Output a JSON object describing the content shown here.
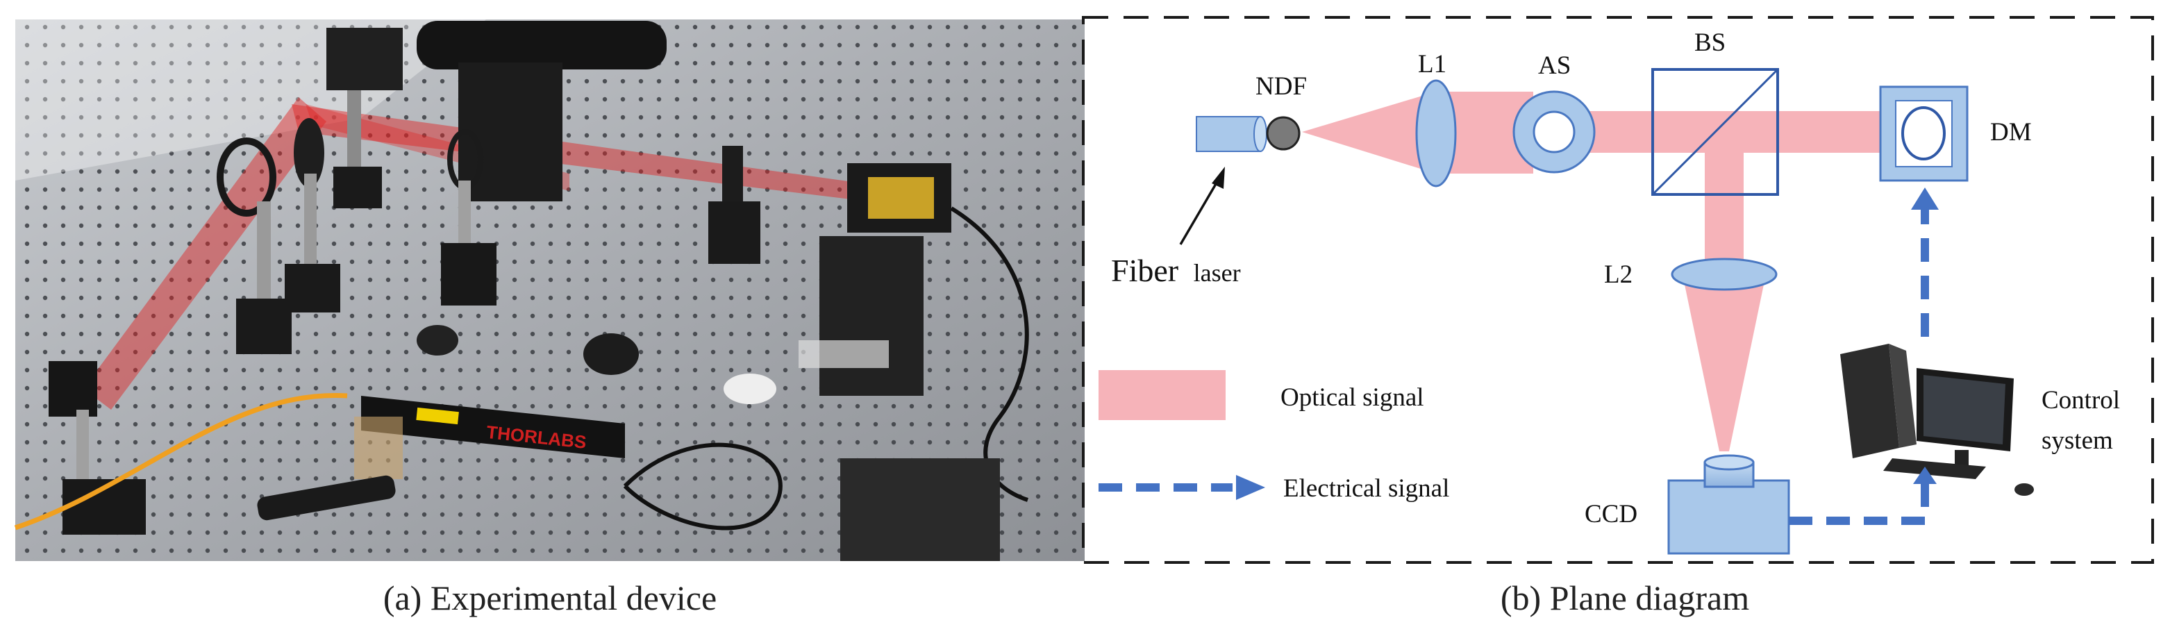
{
  "captions": {
    "a": "(a) Experimental device",
    "b": "(b) Plane diagram"
  },
  "photo": {
    "brand_text": "THORLABS"
  },
  "diagram": {
    "labels": {
      "ndf": "NDF",
      "l1": "L1",
      "as": "AS",
      "bs": "BS",
      "dm": "DM",
      "l2": "L2",
      "ccd": "CCD",
      "fiber_main": "Fiber",
      "fiber_sub": "laser",
      "control_line1": "Control",
      "control_line2": "system"
    },
    "legend": {
      "optical": "Optical signal",
      "electrical": "Electrical signal"
    },
    "colors": {
      "beam": "#f4a6ad",
      "component_fill": "#a9c8ea",
      "component_stroke": "#4a78c2",
      "electrical": "#4472c4",
      "frame": "#1a1a1a"
    }
  }
}
